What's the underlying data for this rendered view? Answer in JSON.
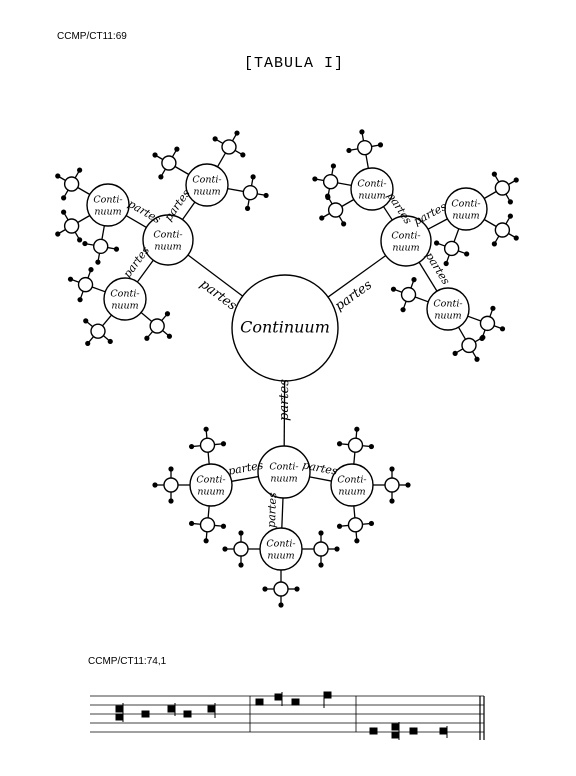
{
  "header": {
    "ref_top": "CCMP/CT11:69",
    "title": "[TABULA I]"
  },
  "diagram": {
    "center_label": "Continuum",
    "node_label_line1": "Conti-",
    "node_label_line2": "nuum",
    "edge_label": "partes"
  },
  "footer": {
    "ref_bottom": "CCMP/CT11:74,1"
  }
}
